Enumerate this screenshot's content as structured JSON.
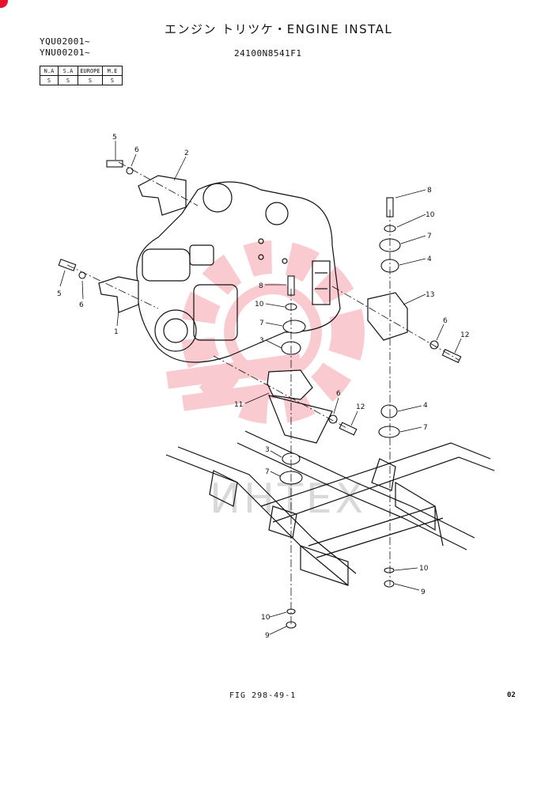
{
  "header": {
    "title": "エンジン トリツケ・ENGINE INSTAL",
    "serials": [
      "YQU02001~",
      "YNU00201~"
    ],
    "part_number": "24100N8541F1"
  },
  "applicability": {
    "headers": [
      "N.A",
      "S.A",
      "EUROPE",
      "M.E"
    ],
    "values": [
      "S",
      "S",
      "S",
      "S"
    ]
  },
  "watermark": {
    "text": "ИНТЕХ",
    "color": "#e8112d"
  },
  "callouts": [
    "5",
    "6",
    "2",
    "5",
    "6",
    "1",
    "8",
    "10",
    "7",
    "3",
    "11",
    "6",
    "12",
    "8",
    "10",
    "7",
    "4",
    "13",
    "6",
    "12",
    "4",
    "7",
    "3",
    "7",
    "10",
    "9",
    "10",
    "9"
  ],
  "footer": {
    "figure": "FIG 298-49-1",
    "page_code": "02"
  }
}
